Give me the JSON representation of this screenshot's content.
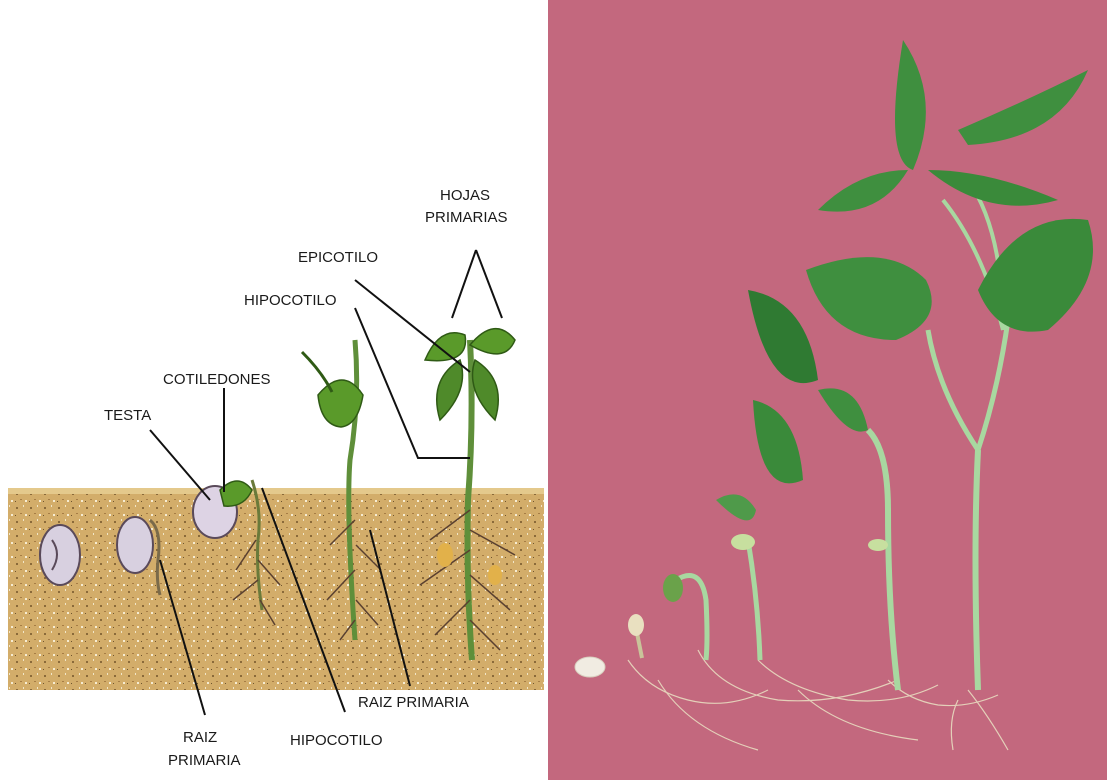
{
  "diagram": {
    "labels": {
      "hojas_primarias_1": "HOJAS",
      "hojas_primarias_2": "PRIMARIAS",
      "epicotilo": "EPICOTILO",
      "hipocotilo_top": "HIPOCOTILO",
      "cotiledones": "COTILEDONES",
      "testa": "TESTA",
      "raiz_primaria_bottom_1": "RAIZ",
      "raiz_primaria_bottom_2": "PRIMARIA",
      "hipocotilo_bottom": "HIPOCOTILO",
      "raiz_primaria_right": "RAIZ PRIMARIA"
    },
    "colors": {
      "soil": "#c9a05a",
      "soil_dark": "#8a6a3a",
      "bean": "#d8d0e0",
      "leaf": "#4f8a2a",
      "stem": "#5f8f3a",
      "backdrop": "#c3687e",
      "photo_leaf": "#3f8f3f",
      "photo_stem": "#a8d8a0"
    }
  }
}
